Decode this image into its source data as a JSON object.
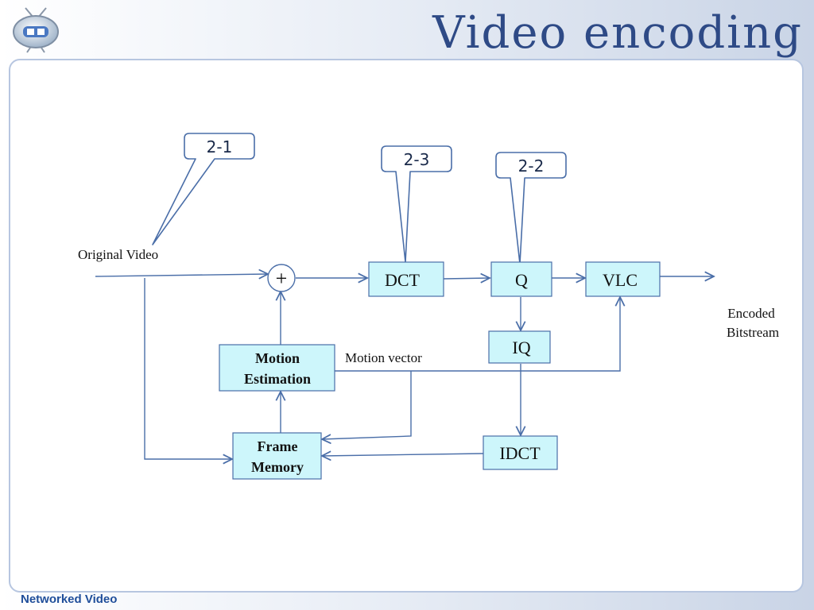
{
  "slide": {
    "title": "Video encoding",
    "footer": "Networked Video"
  },
  "diagram": {
    "labels": {
      "original_video": "Original Video",
      "encoded_bitstream_line1": "Encoded",
      "encoded_bitstream_line2": "Bitstream",
      "motion_vector": "Motion vector",
      "summing_junction": "+"
    },
    "blocks": {
      "dct": "DCT",
      "q": "Q",
      "vlc": "VLC",
      "iq": "IQ",
      "idct": "IDCT",
      "motion_estimation_line1": "Motion",
      "motion_estimation_line2": "Estimation",
      "frame_memory_line1": "Frame",
      "frame_memory_line2": "Memory"
    },
    "callouts": {
      "c21": "2-1",
      "c23": "2-3",
      "c22": "2-2"
    },
    "colors": {
      "block_fill": "#cdf6fb",
      "line": "#4a6ea8",
      "title": "#2e4a86",
      "footer": "#1f4e9a"
    }
  }
}
